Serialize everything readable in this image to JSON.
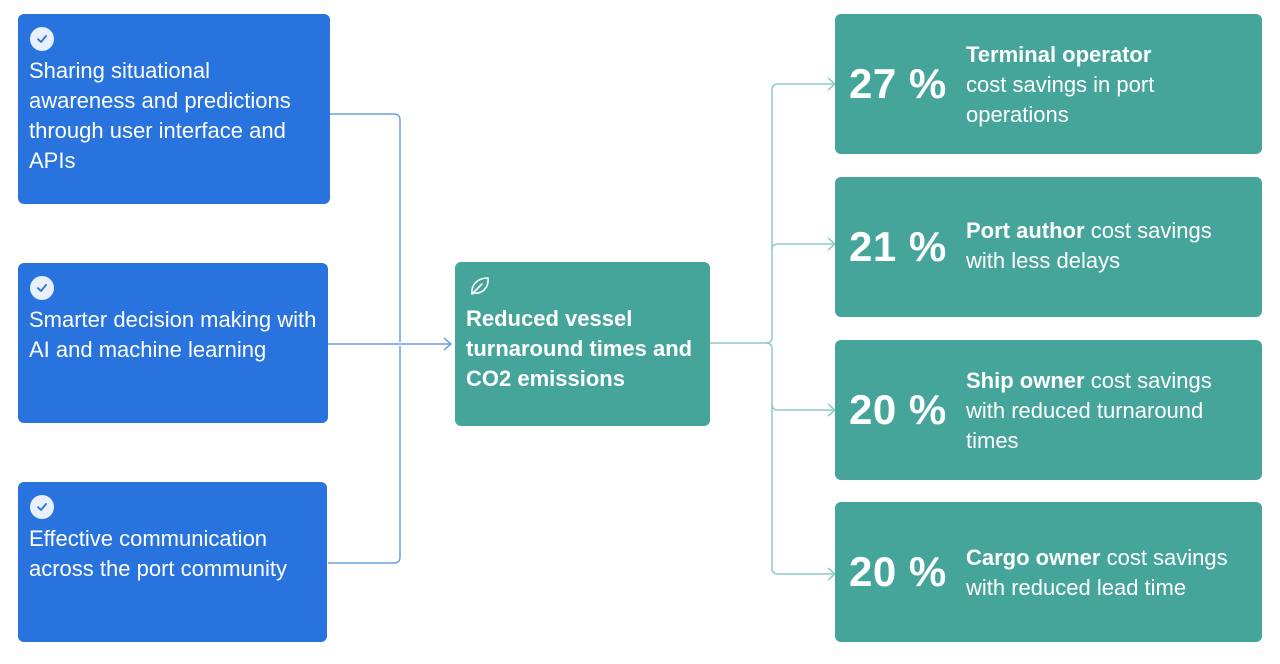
{
  "inputs": [
    {
      "text": "Sharing situational awareness and predictions through user interface and APIs"
    },
    {
      "text": "Smarter decision making with AI and machine learning"
    },
    {
      "text": "Effective communication across the port community"
    }
  ],
  "center": {
    "title": "Reduced vessel turnaround times and CO2 emissions",
    "icon": "leaf-icon"
  },
  "outcomes": [
    {
      "percent": "27 %",
      "role": "Terminal operator",
      "detail": "cost savings in port operations"
    },
    {
      "percent": "21 %",
      "role": "Port author",
      "detail": "cost savings with less delays"
    },
    {
      "percent": "20 %",
      "role": "Ship owner",
      "detail": "cost savings with reduced turnaround times"
    },
    {
      "percent": "20 %",
      "role": "Cargo owner",
      "detail": "cost savings with reduced lead time"
    }
  ],
  "colors": {
    "input_box": "#2873DE",
    "teal_box": "#46A59A",
    "input_line": "#6A9FE6",
    "output_line": "#8FCBC3"
  }
}
